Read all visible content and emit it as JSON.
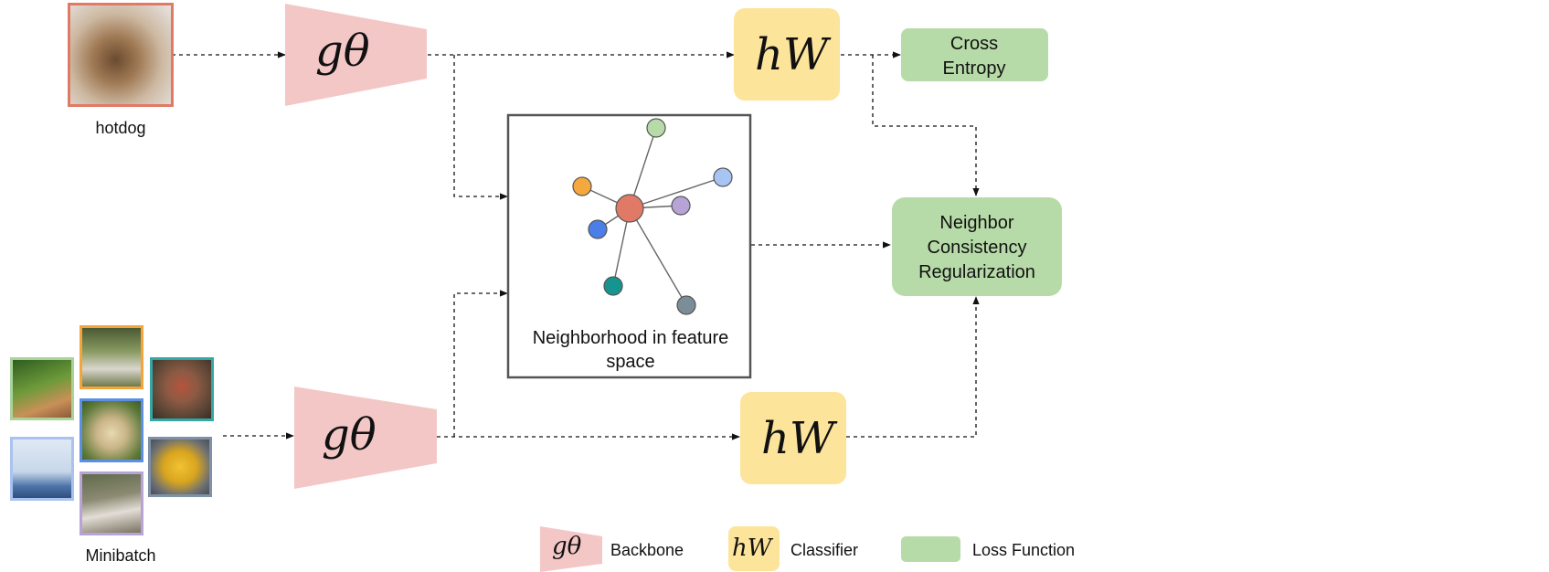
{
  "query": {
    "label": "hotdog"
  },
  "minibatch": {
    "label": "Minibatch"
  },
  "nodes": {
    "backbone_symbol": "gθ",
    "classifier_symbol": "hW",
    "cross_entropy_label": [
      "Cross",
      "Entropy"
    ],
    "ncr_label": [
      "Neighbor",
      "Consistency",
      "Regularization"
    ],
    "neighborhood_label": [
      "Neighborhood in feature",
      "space"
    ]
  },
  "legend": {
    "backbone": "Backbone",
    "classifier": "Classifier",
    "loss": "Loss Function"
  },
  "colors": {
    "backbone": "#f4c7c7",
    "classifier": "#fde49b",
    "loss": "#b7dba8",
    "query_border": "#e07a66",
    "center_node": "#e07a66",
    "neighbors": [
      "#b7dba8",
      "#f4a83d",
      "#a7c4f2",
      "#b7a3d6",
      "#4b7ee8",
      "#16948f",
      "#7b8d96"
    ],
    "thumb_borders": [
      "#a8d49a",
      "#f3a53c",
      "#35a6a6",
      "#5d8ee6",
      "#a9c2ef",
      "#7f91a6",
      "#b7a3d6"
    ]
  }
}
